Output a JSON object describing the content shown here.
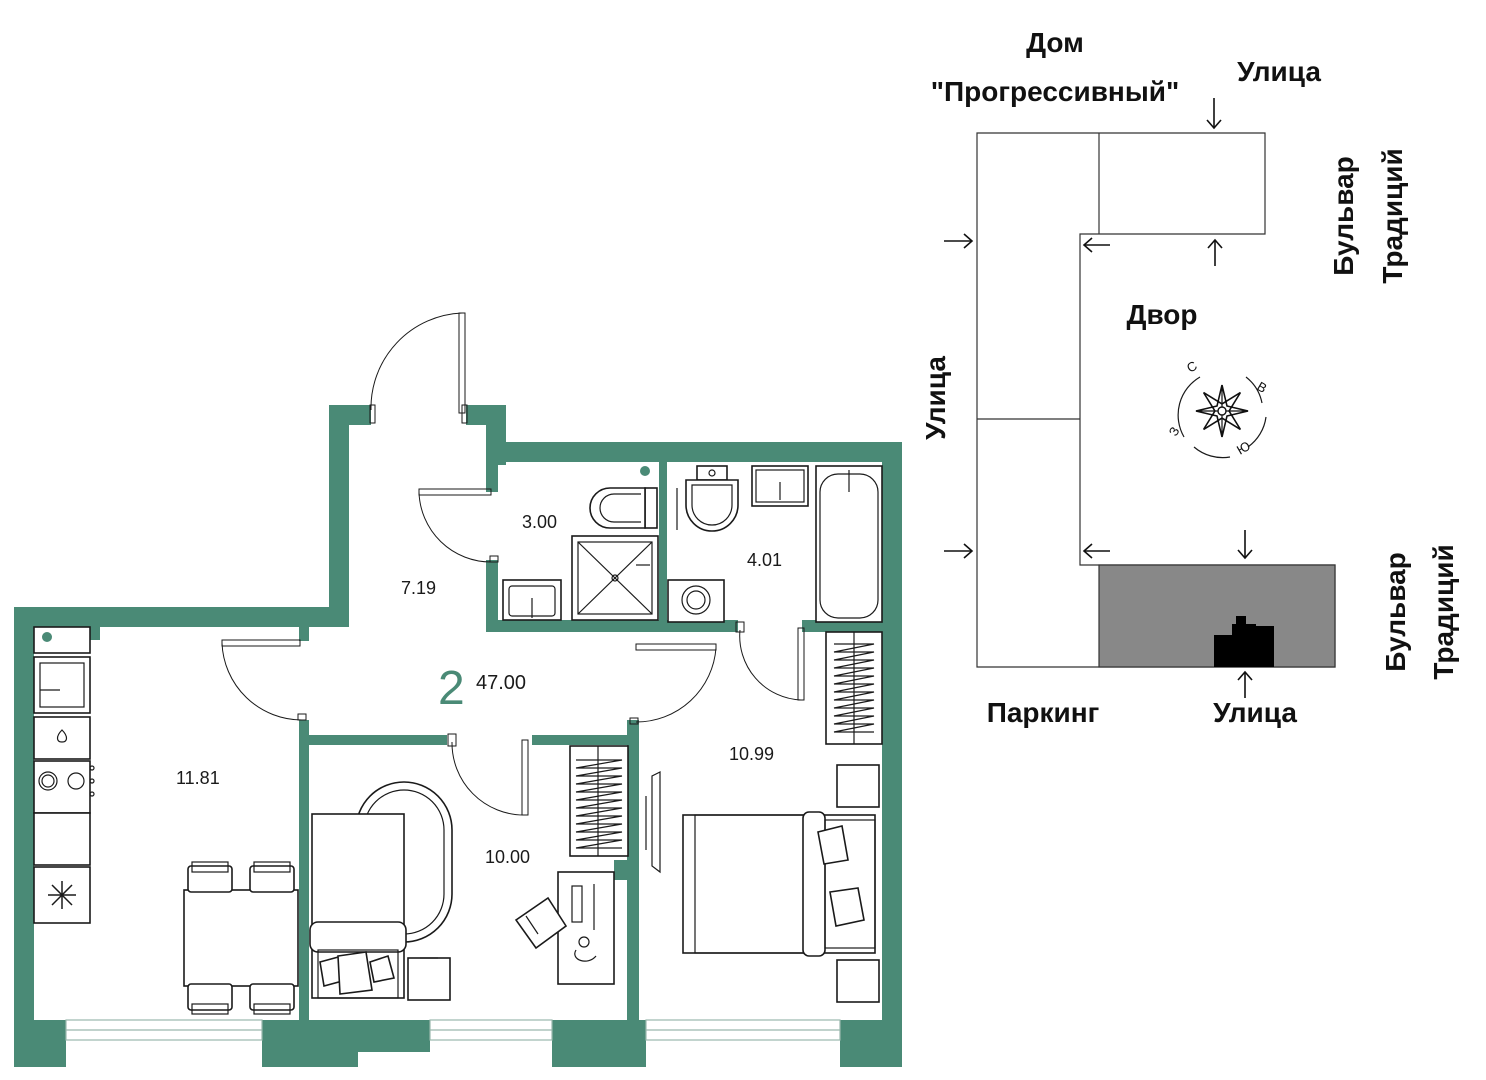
{
  "plan": {
    "rooms_count": "2",
    "total_area": "47.00",
    "rooms": [
      {
        "id": "kitchen",
        "area": "11.81"
      },
      {
        "id": "hallway",
        "area": "7.19"
      },
      {
        "id": "wc",
        "area": "3.00"
      },
      {
        "id": "bathroom",
        "area": "4.01"
      },
      {
        "id": "bedroom-small",
        "area": "10.00"
      },
      {
        "id": "bedroom-large",
        "area": "10.99"
      }
    ]
  },
  "site_map": {
    "house_name_line1": "Дом",
    "house_name_line2": "\"Прогрессивный\"",
    "street_top": "Улица",
    "street_left": "Улица",
    "street_bottom": "Улица",
    "boulevard_upper_line1": "Бульвар",
    "boulevard_upper_line2": "Традиций",
    "boulevard_lower_line1": "Бульвар",
    "boulevard_lower_line2": "Традиций",
    "courtyard": "Двор",
    "parking": "Паркинг",
    "compass": {
      "north": "С",
      "east": "В",
      "south": "Ю",
      "west": "З"
    }
  },
  "colors": {
    "wall": "#4a8a76",
    "highlight_section": "#888888",
    "apartment_marker": "#000000"
  }
}
